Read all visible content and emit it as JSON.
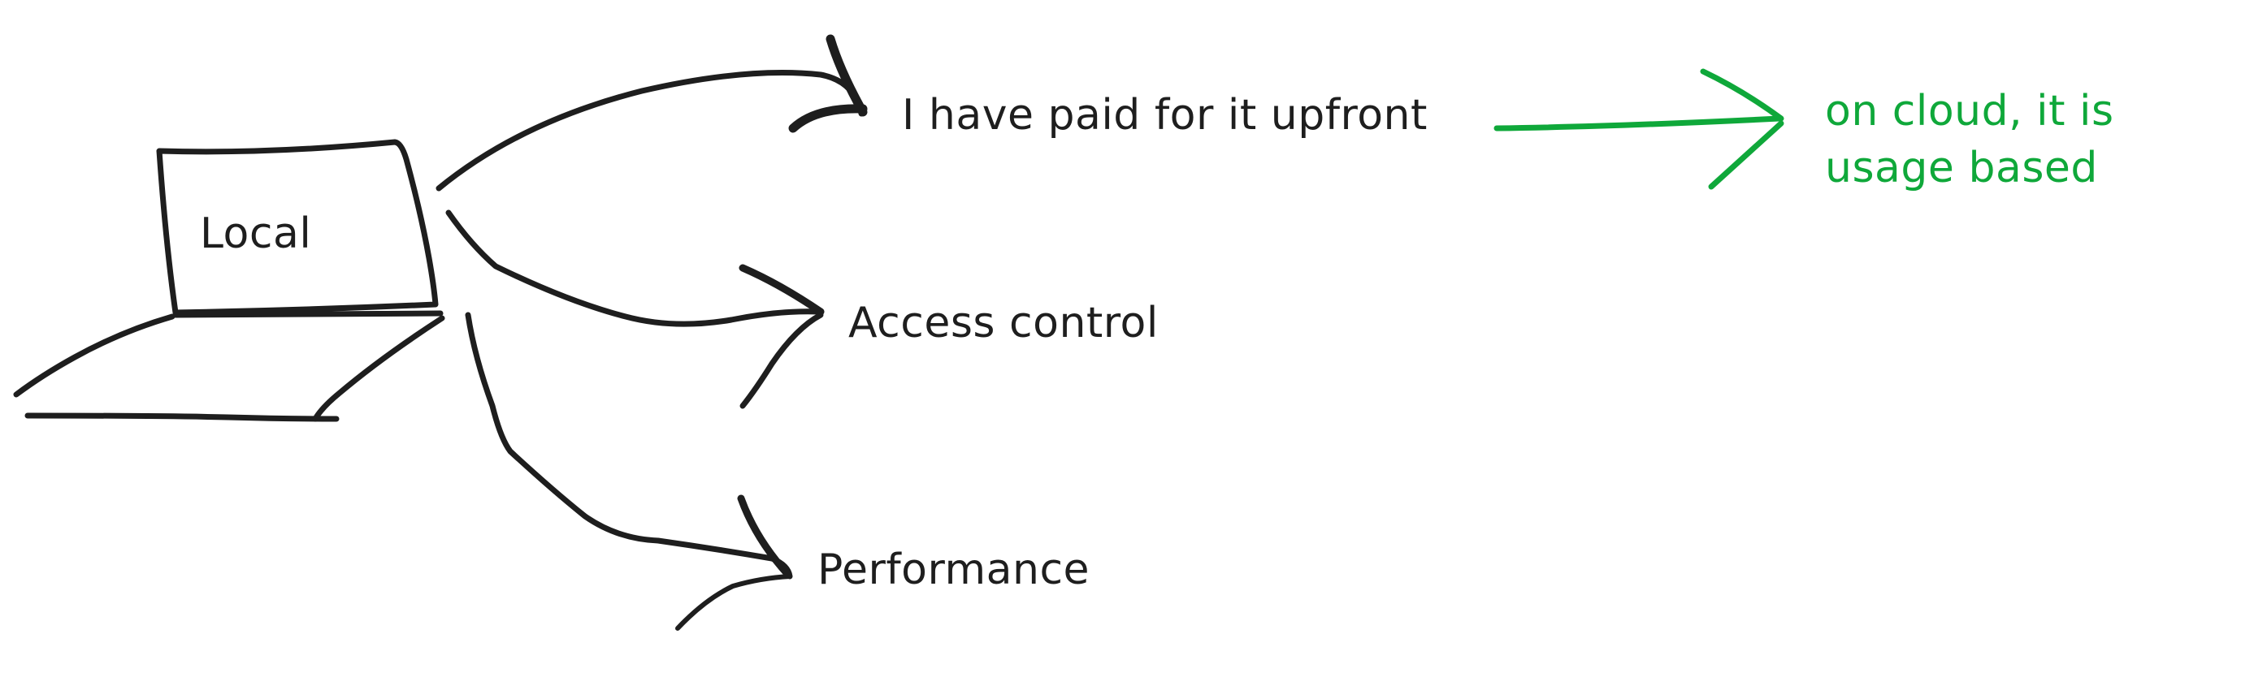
{
  "diagram": {
    "source_label": "Local",
    "branches": [
      {
        "label": "I have paid for it upfront"
      },
      {
        "label": "Access control"
      },
      {
        "label": "Performance"
      }
    ],
    "note": {
      "line1": "on cloud, it is",
      "line2": "usage based"
    }
  },
  "colors": {
    "ink": "#1e1e1e",
    "accent_green": "#0fa83a",
    "background": "#ffffff"
  },
  "icons": {
    "source": "laptop-icon"
  }
}
